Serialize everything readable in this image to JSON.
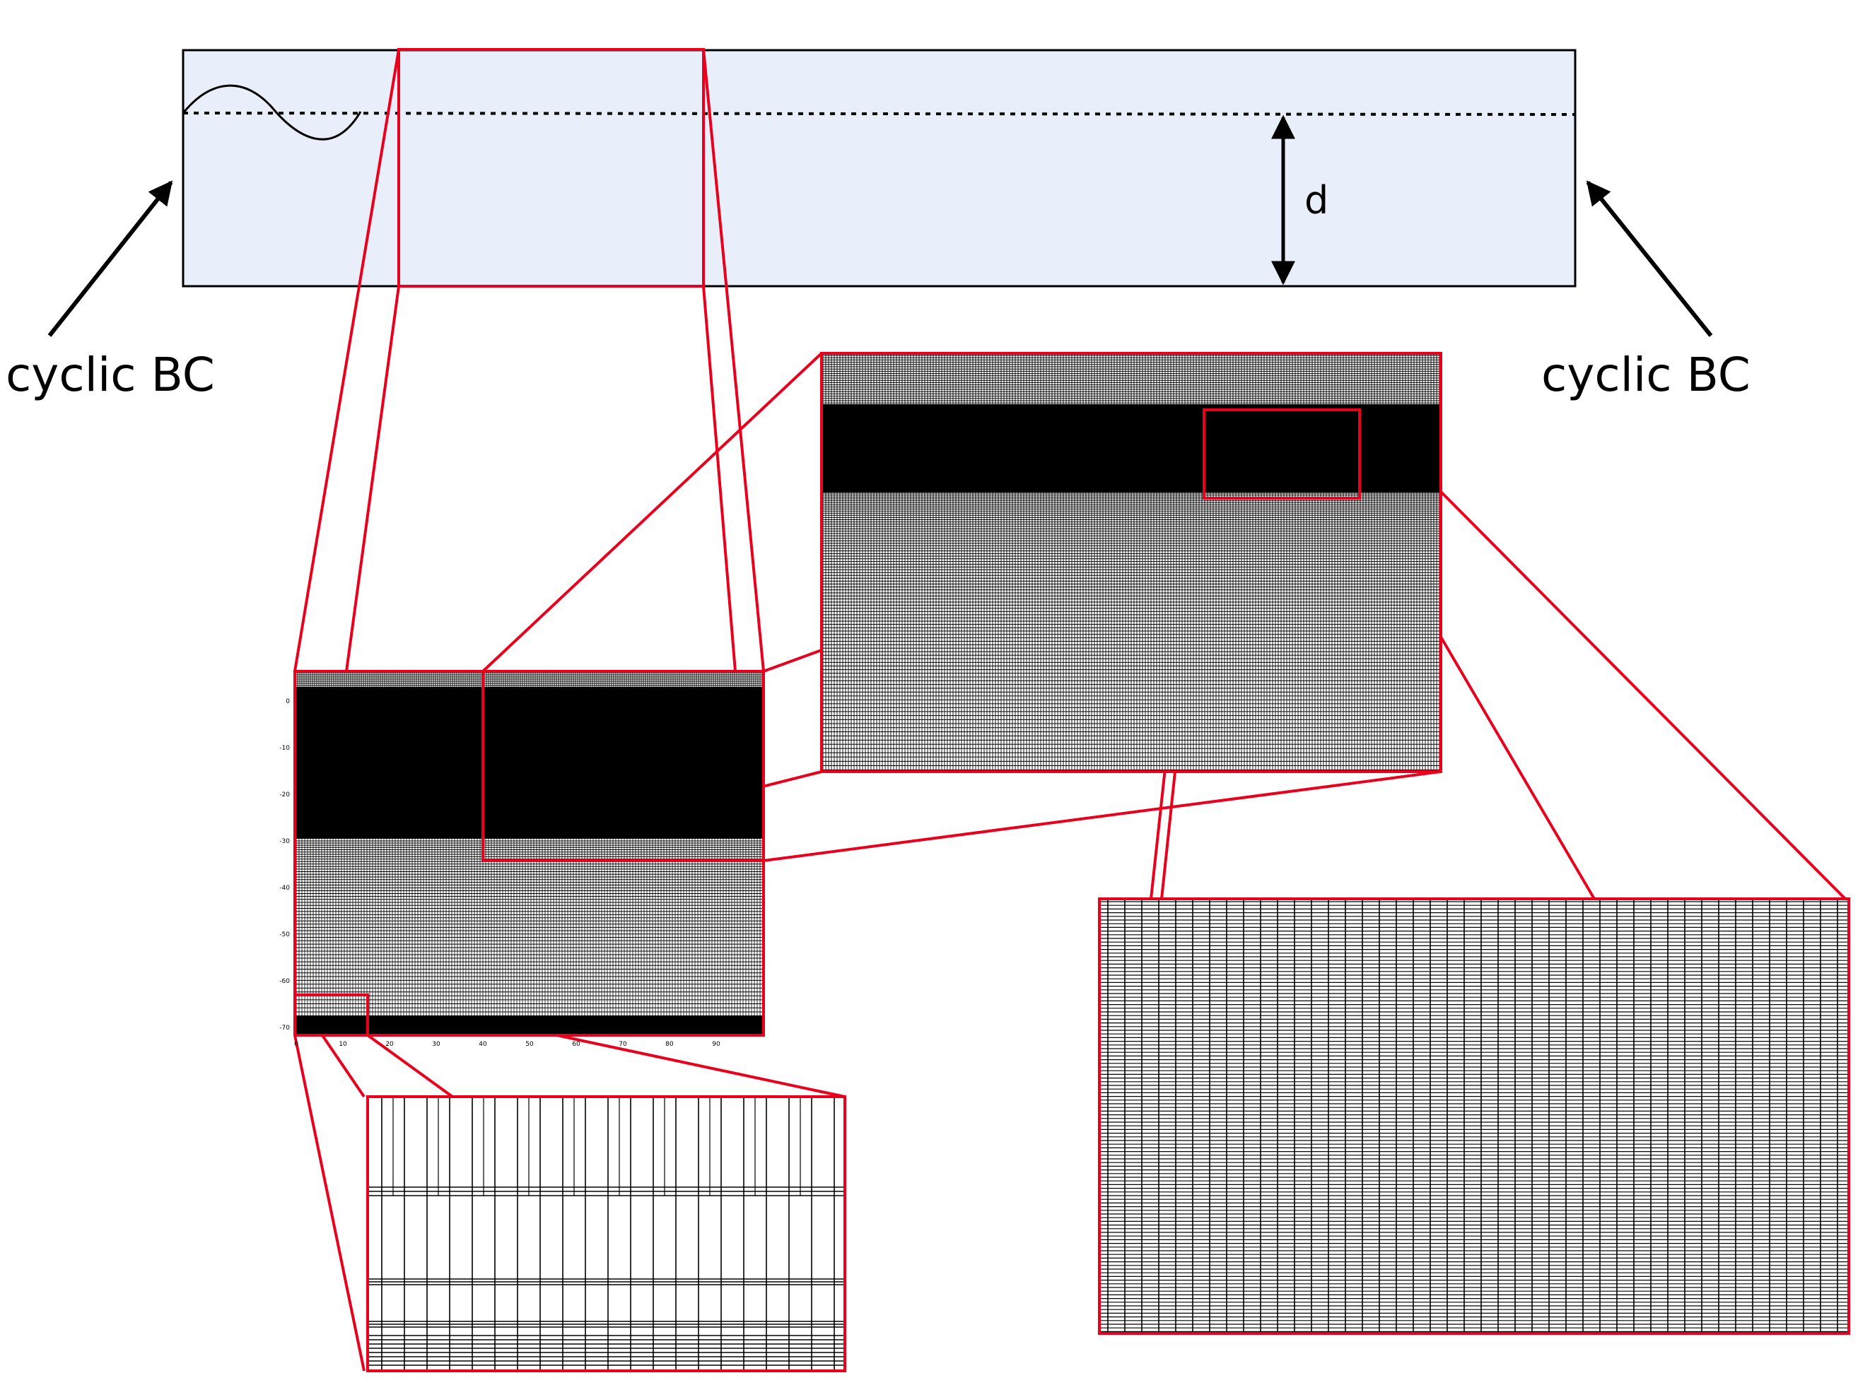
{
  "labels": {
    "left_bc": "cyclic BC",
    "right_bc": "cyclic BC",
    "depth": "d"
  },
  "mesh_plot": {
    "y_ticks": [
      "0",
      "-10",
      "-20",
      "-30",
      "-40",
      "-50",
      "-60",
      "-70"
    ],
    "x_ticks": [
      "0",
      "10",
      "20",
      "30",
      "40",
      "50",
      "60",
      "70",
      "80",
      "90"
    ]
  },
  "colors": {
    "zoom_frame": "#e8001c",
    "domain_fill": "#e8eefa",
    "ink": "#000000"
  }
}
